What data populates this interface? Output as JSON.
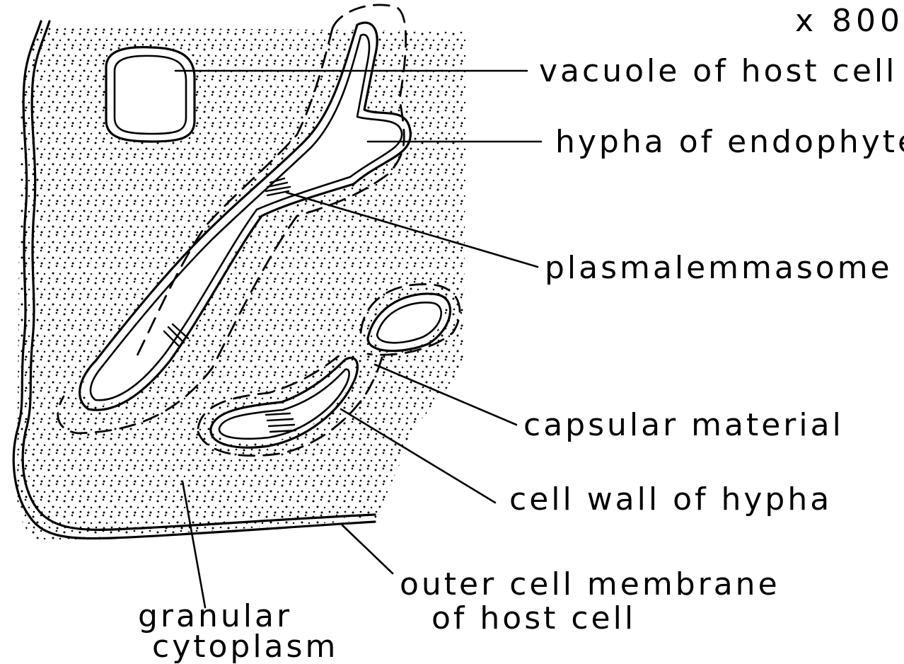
{
  "magnification": "x 800",
  "labels": {
    "vacuole": "vacuole of host cell",
    "hypha_endophyte": "hypha of endophyte",
    "plasmalemmasome": "plasmalemmasome",
    "capsular": "capsular material",
    "cell_wall": "cell wall of hypha",
    "outer_membrane_line1": "outer cell membrane",
    "outer_membrane_line2": "of host cell",
    "granular_line1": "granular",
    "granular_line2": "cytoplasm"
  }
}
